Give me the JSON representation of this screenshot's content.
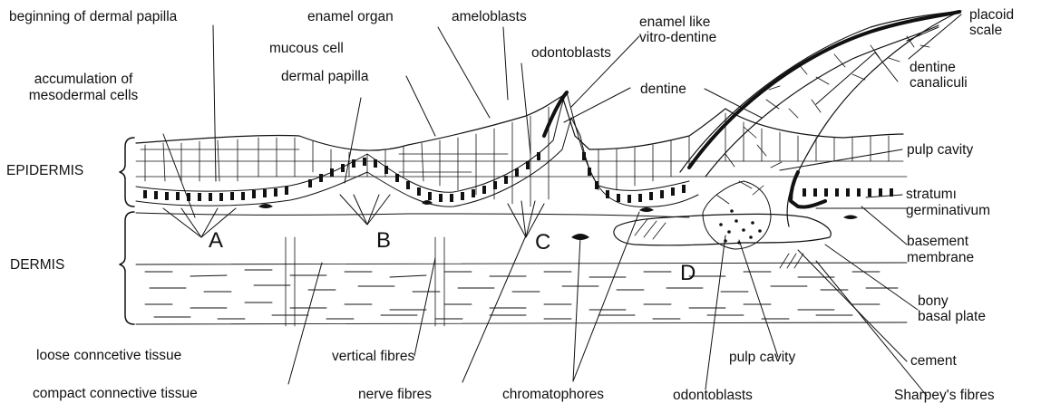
{
  "labels": {
    "beginning_dermal_papilla": "beginning  of  dermal  papilla",
    "enamel_organ": "enamel  organ",
    "ameloblasts": "ameloblasts",
    "enamel_like_1": "enamel like",
    "enamel_like_2": "vitro-dentine",
    "placoid_1": "placoid",
    "placoid_2": "scale",
    "mucous_cell": "mucous  cell",
    "odontoblasts_top": "odontoblasts",
    "accumulation_1": "accumulation  of",
    "accumulation_2": "mesodermal  cells",
    "dermal_papilla": "dermal  papilla",
    "dentine": "dentine",
    "dentine_canaliculi_1": "dentine",
    "dentine_canaliculi_2": "canaliculi",
    "pulp_cavity_right": "pulp  cavity",
    "epidermis": "EPIDERMIS",
    "stratum_1": "stratumı",
    "stratum_2": "germinativum",
    "basement_1": "basement",
    "basement_2": "membrane",
    "dermis": "DERMIS",
    "bony_1": "bony",
    "bony_2": "basal  plate",
    "loose_ct": "loose  conncetive  tissue",
    "vertical_fibres": "vertical  fibres",
    "pulp_cavity_bottom": "pulp  cavity",
    "cement": "cement",
    "compact_ct": "compact  connective  tissue",
    "nerve_fibres": "nerve  fibres",
    "chromatophores": "chromatophores",
    "odontoblasts_bottom": "odontoblasts",
    "sharpeys_fibres": "Sharpey's  fibres",
    "stage_a": "A",
    "stage_b": "B",
    "stage_c": "C",
    "stage_d": "D"
  }
}
